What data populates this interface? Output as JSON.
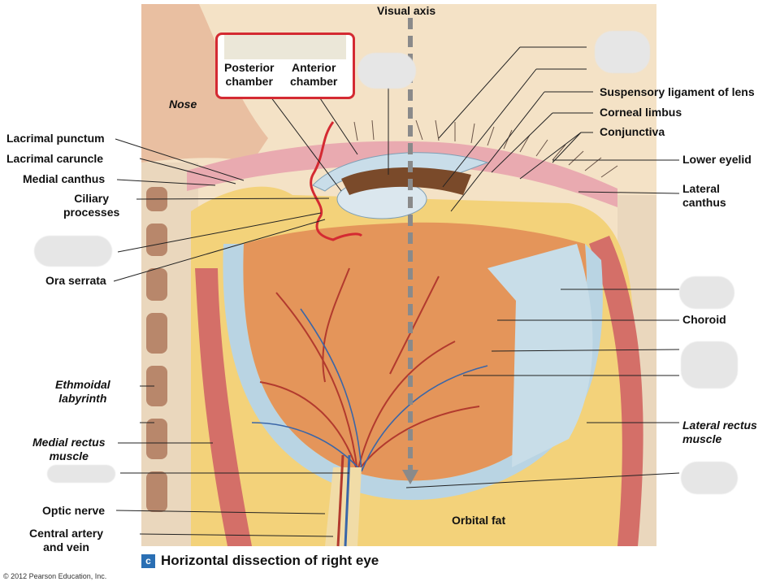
{
  "title_axis": "Visual axis",
  "caption": {
    "letter": "c",
    "text": "Horizontal dissection of right eye"
  },
  "copyright": "© 2012 Pearson Education, Inc.",
  "box_labels": {
    "posterior": "Posterior\nchamber",
    "anterior": "Anterior\nchamber"
  },
  "left_labels": {
    "lacrimal_punctum": "Lacrimal punctum",
    "lacrimal_caruncle": "Lacrimal caruncle",
    "medial_canthus": "Medial canthus",
    "ciliary_processes": "Ciliary\nprocesses",
    "ora_serrata": "Ora serrata",
    "ethmoidal_labyrinth": "Ethmoidal\nlabyrinth",
    "medial_rectus": "Medial rectus\nmuscle",
    "optic_nerve": "Optic nerve",
    "central_artery": "Central artery\nand vein"
  },
  "right_labels": {
    "suspensory": "Suspensory ligament of lens",
    "corneal_limbus": "Corneal limbus",
    "conjunctiva": "Conjunctiva",
    "lower_eyelid": "Lower eyelid",
    "lateral_canthus": "Lateral\ncanthus",
    "choroid": "Choroid",
    "lateral_rectus": "Lateral rectus\nmuscle"
  },
  "inner_labels": {
    "nose": "Nose",
    "orbital_fat": "Orbital fat"
  },
  "colors": {
    "accent_red": "#d42a32",
    "axis_gray": "#8a8a8a",
    "fat_yellow": "#f3d27a",
    "retina_orange": "#e4955a",
    "muscle_red": "#d46f68",
    "sclera_blue": "#b9d4e3",
    "bone": "#f2eee6"
  }
}
